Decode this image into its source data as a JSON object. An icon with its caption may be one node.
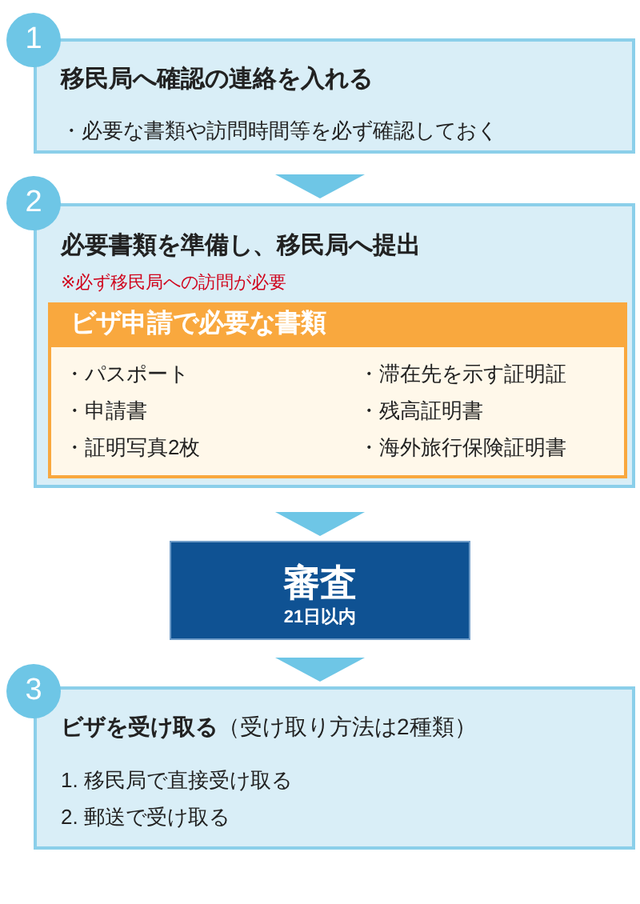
{
  "diagram": {
    "nodes": [
      {
        "text": [
          "1"
        ]
      },
      {
        "text": [
          "移民局へ確認の連絡を入れる",
          "・必要な書類や訪問時間等を必ず確認しておく"
        ]
      },
      {
        "text": [
          "2"
        ]
      },
      {
        "text": [
          "必要書類を準備し、移民局へ提出",
          "※必ず移民局への訪問が必要"
        ]
      },
      {
        "text": [
          "ビザ申請で必要な書類",
          "・パスポート",
          "・申請書",
          "・証明写真2枚",
          "・滞在先を示す証明証",
          "・残高証明書",
          "・海外旅行保険証明書"
        ],
        "in": 3
      },
      {
        "text": [
          "審査",
          "21日以内"
        ]
      },
      {
        "text": [
          "3"
        ]
      },
      {
        "text": [
          "**ビザを受け取る**（受け取り方法は2種類）",
          "1. 移民局で直接受け取る",
          "2. 郵送で受け取る"
        ]
      }
    ],
    "edges": [
      {
        "from": 1,
        "to": 3,
        "arrow": "to"
      },
      {
        "from": 3,
        "to": 5,
        "arrow": "to"
      },
      {
        "from": 5,
        "to": 7,
        "arrow": "to"
      }
    ]
  }
}
